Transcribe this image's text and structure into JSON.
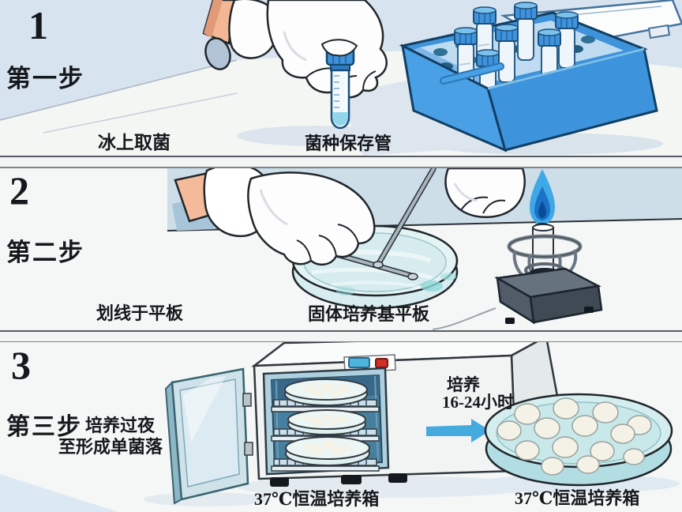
{
  "steps": [
    {
      "number": "1",
      "title": "第一步",
      "caption_left": "冰上取菌",
      "caption_right": "菌种保存管"
    },
    {
      "number": "2",
      "title": "第二步",
      "caption_left": "划线于平板",
      "caption_right": "固体培养基平板"
    },
    {
      "number": "3",
      "title": "第三步",
      "note_line1": "培养过夜",
      "note_line2": "至形成单菌落",
      "arrow_label_line1": "培养",
      "arrow_label_line2": "16-24小时",
      "caption_left": "37℃恒温培养箱",
      "caption_right": "37℃恒温培养箱"
    }
  ],
  "palette": {
    "background": "#f3f5f4",
    "wall_blue": "#d7e3ee",
    "band_blue": "#cddee9",
    "ice_box_blue": "#49a0e5",
    "tube_cap_blue": "#3f93dc",
    "flame_blue": "#3fa9e6",
    "arrow_blue": "#45abdf",
    "incubator_interior_blue": "#47809f",
    "display_blue": "#4db5dc",
    "power_button_red": "#d03028",
    "text_color": "#15181c"
  }
}
